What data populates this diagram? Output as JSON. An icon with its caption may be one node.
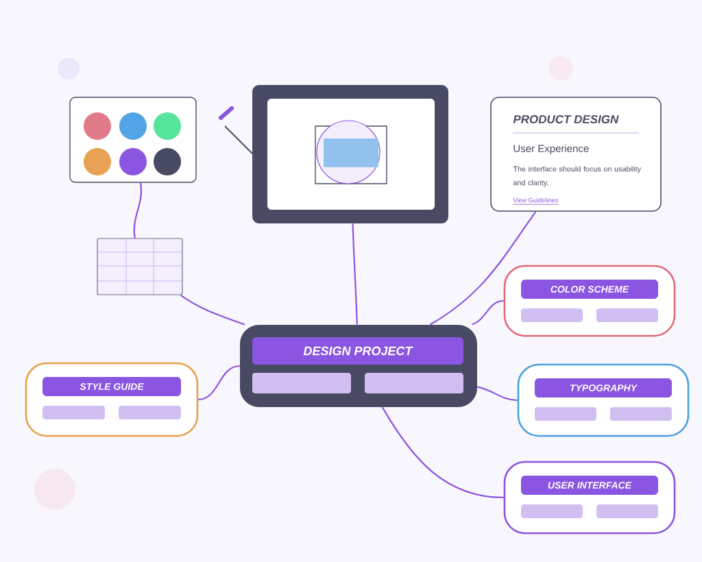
{
  "diagram": {
    "nodes": [
      {
        "text": [
          "DESIGN PROJECT"
        ]
      },
      {
        "text": [],
        "shape": "picture"
      },
      {
        "text": [],
        "shape": "table"
      },
      {
        "text": [],
        "shape": "picture"
      },
      {
        "text": [
          "PRODUCT DESIGN",
          "User Experience",
          "The interface should focus on usability and clarity.",
          "View Guidelines"
        ]
      },
      {
        "text": [
          "COLOR SCHEME"
        ]
      },
      {
        "text": [
          "TYPOGRAPHY"
        ]
      },
      {
        "text": [
          "USER INTERFACE"
        ]
      },
      {
        "text": [
          "STYLE GUIDE"
        ]
      }
    ],
    "edges": [
      {
        "from": 1,
        "to": 2,
        "arrow": "none"
      },
      {
        "from": 2,
        "to": 0,
        "arrow": "none"
      },
      {
        "from": 3,
        "to": 0,
        "arrow": "none"
      },
      {
        "from": 4,
        "to": 0,
        "arrow": "none"
      },
      {
        "from": 0,
        "to": 5,
        "arrow": "none"
      },
      {
        "from": 0,
        "to": 6,
        "arrow": "none"
      },
      {
        "from": 0,
        "to": 7,
        "arrow": "none"
      },
      {
        "from": 0,
        "to": 8,
        "arrow": "none"
      }
    ]
  }
}
